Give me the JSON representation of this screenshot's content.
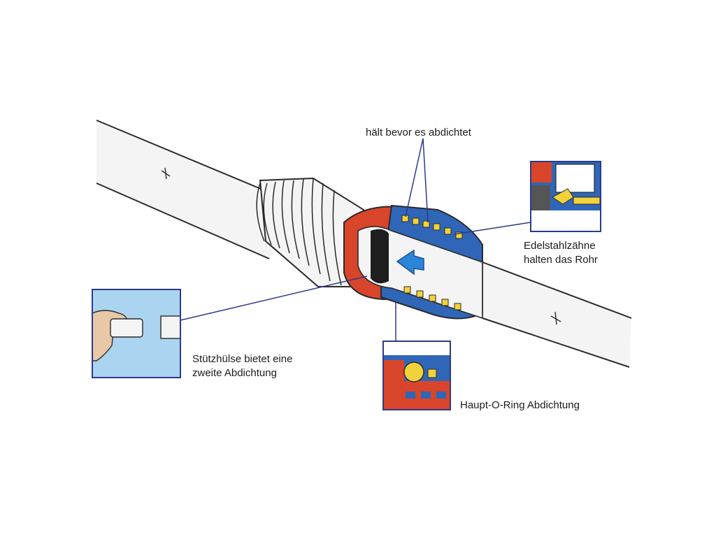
{
  "labels": {
    "hold_before_seal": "hält bevor es abdichtet",
    "teeth_line1": "Edelstahlzähne",
    "teeth_line2": "halten das Rohr",
    "sleeve_line1": "Stützhülse bietet eine",
    "sleeve_line2": "zweite Abdichtung",
    "oring": "Haupt-O-Ring Abdichtung"
  },
  "colors": {
    "background": "#ffffff",
    "pipe_fill": "#f4f4f4",
    "outline": "#2a2a2a",
    "leader_line": "#2b3a8c",
    "body_red": "#d9452b",
    "nut_blue": "#2f66b8",
    "teeth_yellow": "#f2d23a",
    "inset_frame": "#2b3a8c",
    "inset_sky": "#aad4ef",
    "arrow_blue": "#2b86d8"
  },
  "icons": {
    "flow_arrow": "arrow-icon",
    "pipe_mark": "pipe-marking-icon"
  }
}
